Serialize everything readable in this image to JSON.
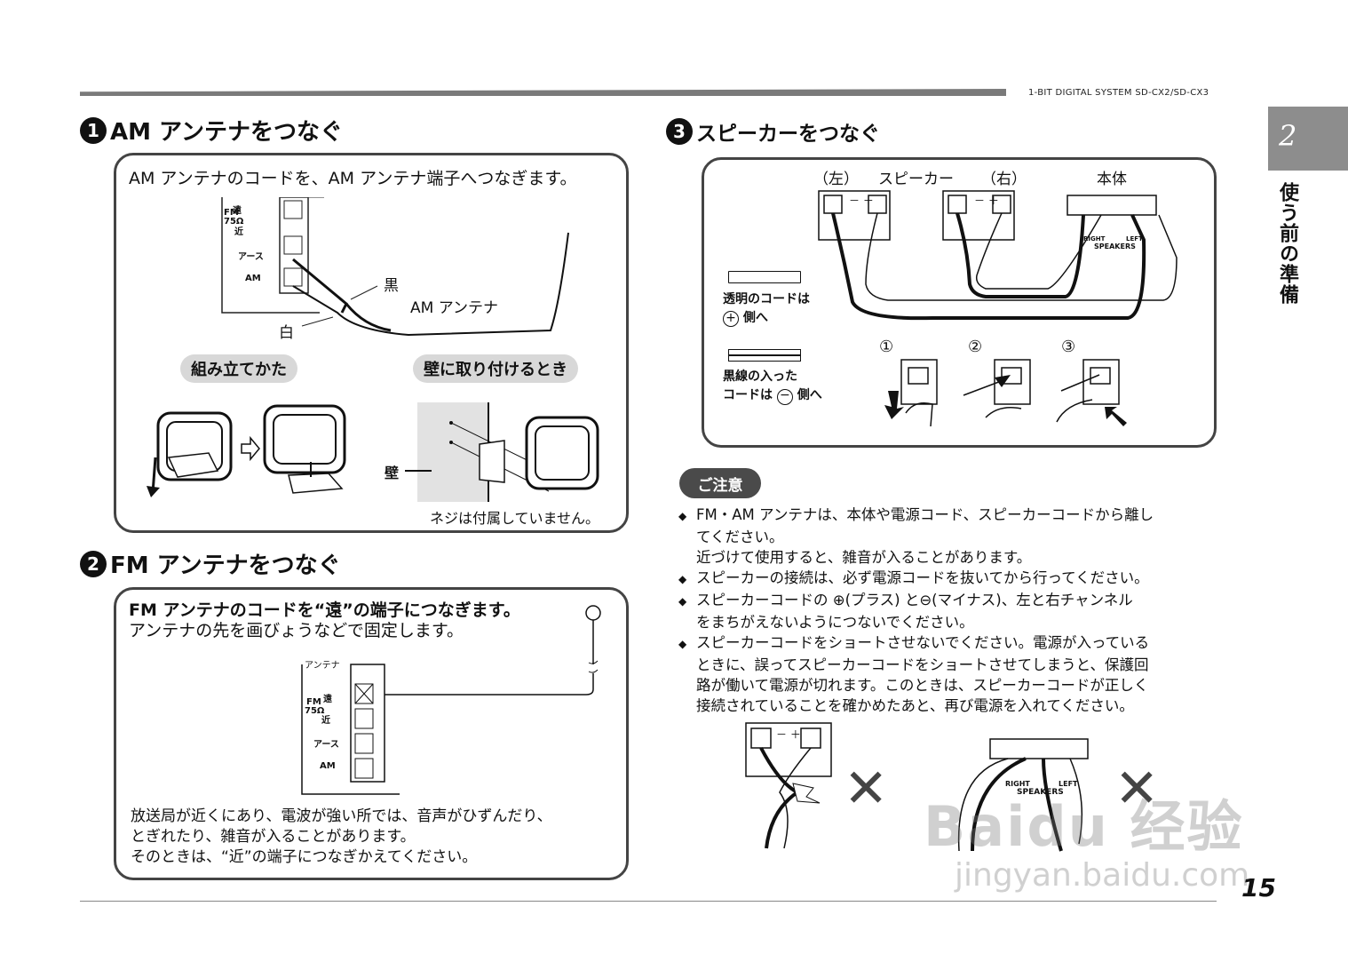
{
  "header": {
    "model": "1-BIT DIGITAL SYSTEM SD-CX2/SD-CX3",
    "chapter_number": "2",
    "chapter_title": "使う前の準備",
    "page_number": "15"
  },
  "section1": {
    "number": "1",
    "title": "AM アンテナをつなぐ",
    "lead": "AM アンテナのコードを、AM アンテナ端子へつなぎます。",
    "terminal_labels": {
      "far": "遠",
      "fm": "FM",
      "ohm": "75Ω",
      "near": "近",
      "earth": "アース",
      "am": "AM"
    },
    "label_black": "黒",
    "label_white": "白",
    "label_antenna": "AM アンテナ",
    "assembly_label": "組み立てかた",
    "wall_mount_label": "壁に取り付けるとき",
    "wall_label": "壁",
    "screw_note": "ネジは付属していません。"
  },
  "section2": {
    "number": "2",
    "title": "FM アンテナをつなぐ",
    "lead1": "FM アンテナのコードを“遠”の端子につなぎます。",
    "lead2": "アンテナの先を画びょうなどで固定します。",
    "antenna_label": "アンテナ",
    "terminal_labels": {
      "far": "遠",
      "fm": "FM",
      "ohm": "75Ω",
      "near": "近",
      "earth": "アース",
      "am": "AM"
    },
    "note_lines": [
      "放送局が近くにあり、電波が強い所では、音声がひずんだり、",
      "とぎれたり、雑音が入ることがあります。",
      "そのときは、“近”の端子につなぎかえてください。"
    ]
  },
  "section3": {
    "number": "3",
    "title": "スピーカーをつなぐ",
    "left_label": "（左）",
    "speaker_label": "スピーカー",
    "right_label": "（右）",
    "main_unit_label": "本体",
    "minus_plus": "－ ＋",
    "speakers_label": "SPEAKERS",
    "right_small": "RIGHT",
    "left_small": "LEFT",
    "clear_cord_line1": "透明のコードは",
    "clear_cord_line2": "側へ",
    "black_cord_line1": "黒線の入った",
    "black_cord_line2": "コードは",
    "black_cord_line3": "側へ",
    "steps": [
      "①",
      "②",
      "③"
    ]
  },
  "caution": {
    "title": "ご注意",
    "notes": [
      {
        "lines": [
          "FM・AM アンテナは、本体や電源コード、スピーカーコードから離し",
          "てください。",
          "近づけて使用すると、雑音が入ることがあります。"
        ]
      },
      {
        "lines": [
          "スピーカーの接続は、必ず電源コードを抜いてから行ってください。"
        ]
      },
      {
        "lines": [
          "スピーカーコードの ⊕(プラス) と⊖(マイナス)、左と右チャンネル",
          "をまちがえないようにつないでください。"
        ]
      },
      {
        "lines": [
          "スピーカーコードをショートさせないでください。電源が入っている",
          "ときに、誤ってスピーカーコードをショートさせてしまうと、保護回",
          "路が働いて電源が切れます。このときは、スピーカーコードが正しく",
          "接続されていることを確かめたあと、再び電源を入れてください。"
        ]
      }
    ],
    "x_mark": "✕"
  },
  "watermark": {
    "line1": "Baidu 经验",
    "line2": "jingyan.baidu.com"
  }
}
